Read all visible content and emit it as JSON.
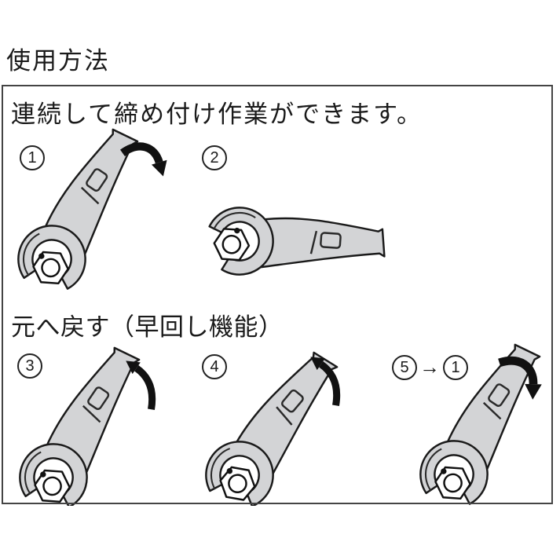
{
  "page": {
    "title": "使用方法",
    "background_color": "#ffffff"
  },
  "panel": {
    "description": "連続して締め付け作業ができます。",
    "reset_label": "元へ戻す（早回し機能）",
    "border_color": "#444444",
    "steps": [
      {
        "label": "1",
        "illustration": "wrench-tilted-up-right",
        "arrow": "rotate-clockwise"
      },
      {
        "label": "2",
        "illustration": "wrench-horizontal",
        "arrow": "none"
      },
      {
        "label": "3",
        "illustration": "wrench-tilted-up-right",
        "arrow": "rotate-counterclockwise"
      },
      {
        "label": "4",
        "illustration": "wrench-tilted-up-right",
        "arrow": "rotate-counterclockwise"
      },
      {
        "label": "5",
        "arrow_glyph": "→",
        "target": "1",
        "illustration": "wrench-tilted-up-right",
        "arrow": "rotate-clockwise"
      }
    ],
    "colors": {
      "wrench_fill": "#d3d4d6",
      "outline": "#1a1a1a",
      "nut_fill": "#ffffff",
      "arrow_color": "#111111"
    }
  }
}
